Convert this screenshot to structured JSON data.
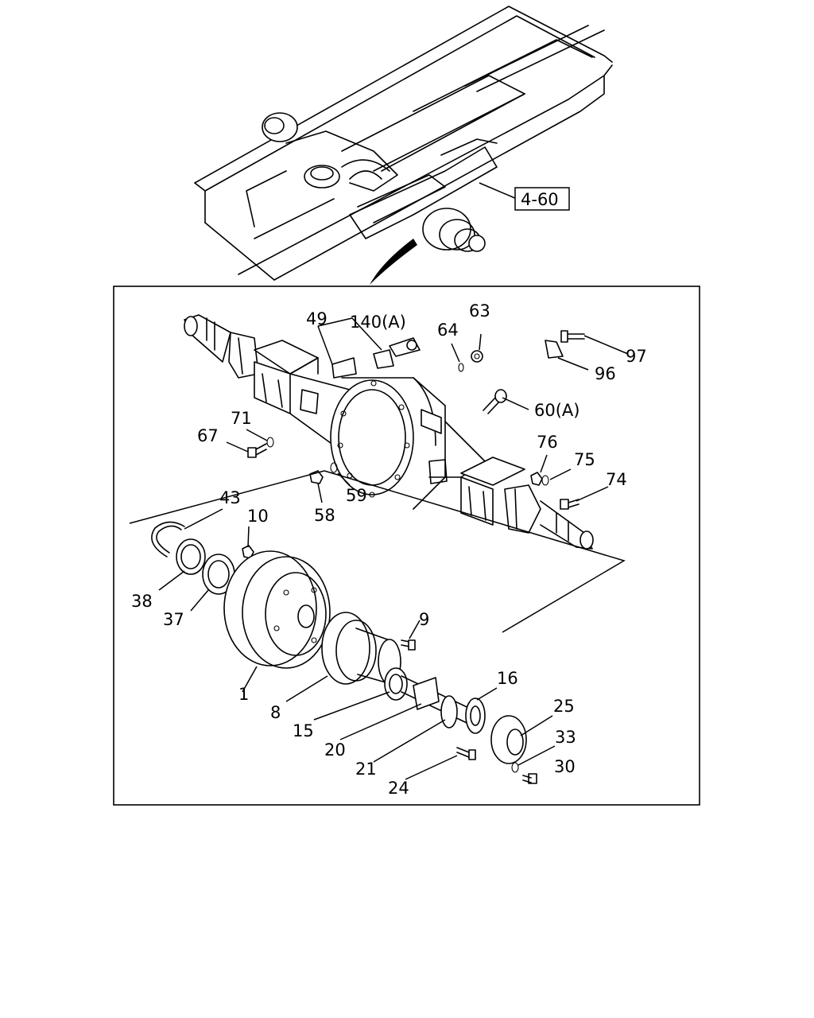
{
  "reference_box": "4-60",
  "callouts": {
    "c1": "1",
    "c8": "8",
    "c9": "9",
    "c10": "10",
    "c15": "15",
    "c16": "16",
    "c20": "20",
    "c21": "21",
    "c24": "24",
    "c25": "25",
    "c30": "30",
    "c33": "33",
    "c37": "37",
    "c38": "38",
    "c43": "43",
    "c49": "49",
    "c58": "58",
    "c59": "59",
    "c60": "60(A)",
    "c63": "63",
    "c64": "64",
    "c67": "67",
    "c71": "71",
    "c74": "74",
    "c75": "75",
    "c76": "76",
    "c96": "96",
    "c97": "97",
    "c140": "140(A)"
  }
}
